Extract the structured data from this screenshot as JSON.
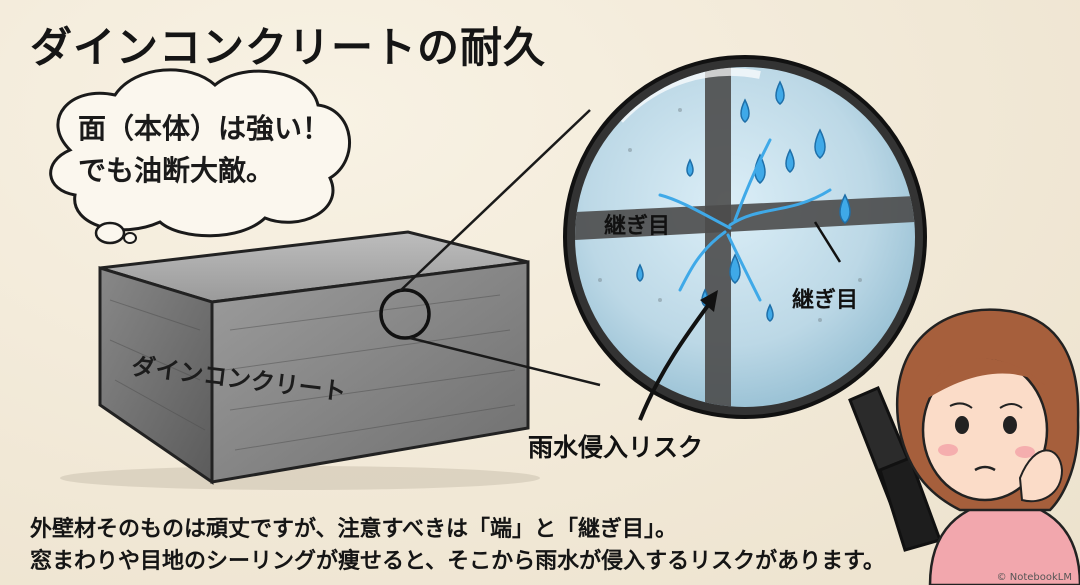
{
  "title": "ダインコンクリートの耐久",
  "thought_bubble": {
    "line1": "面（本体）は強い！",
    "line2": "でも油断大敵。"
  },
  "block": {
    "label": "ダインコンクリート"
  },
  "magnifier": {
    "joint_label_left": "継ぎ目",
    "joint_label_right": "継ぎ目",
    "pointer_label": "雨水侵入リスク"
  },
  "caption": {
    "line1": "外壁材そのものは頑丈ですが、注意すべきは「端」と「継ぎ目」。",
    "line2": "窓まわりや目地のシーリングが痩せると、そこから雨水が侵入するリスクがあります。"
  },
  "credit": "© NotebookLM",
  "colors": {
    "paper": "#f3ecdd",
    "ink": "#1a1a1a",
    "concrete": "#8f8f8f",
    "water": "#3fa9e8",
    "lens_glass": "#cfe6f2",
    "shirt": "#f2a7ad",
    "hair": "#a65f3c"
  }
}
